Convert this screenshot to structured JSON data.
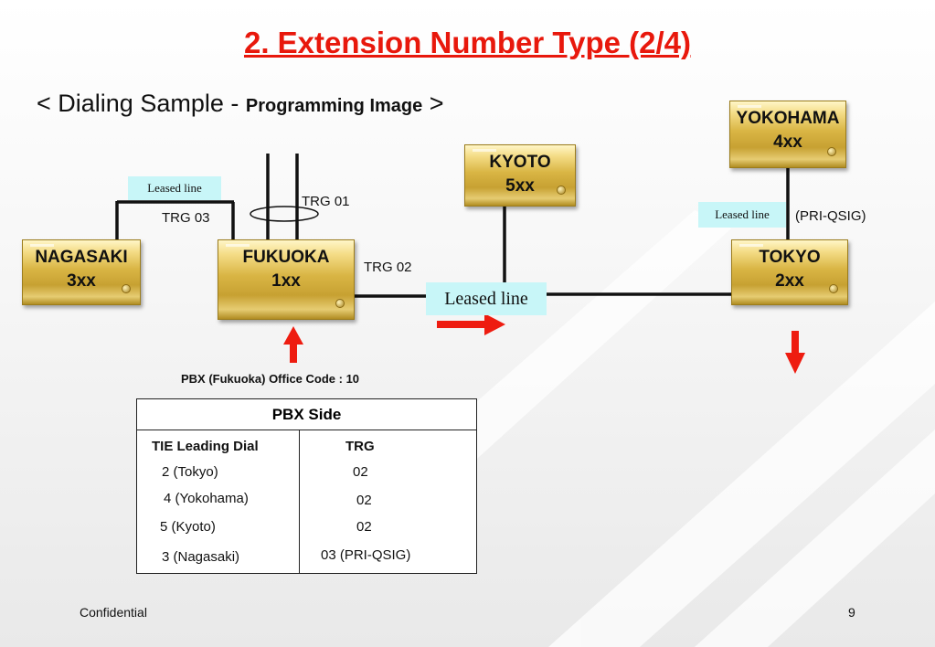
{
  "title": "2. Extension Number Type (2/4) ",
  "subtitle": {
    "open": "< ",
    "main": "Dialing Sample - ",
    "small": "Programming Image",
    "close": " >"
  },
  "nodes": {
    "nagasaki": {
      "name": "NAGASAKI",
      "code": "3xx"
    },
    "fukuoka": {
      "name": "FUKUOKA",
      "code": "1xx"
    },
    "kyoto": {
      "name": "KYOTO",
      "code": "5xx"
    },
    "yokohama": {
      "name": "YOKOHAMA",
      "code": "4xx"
    },
    "tokyo": {
      "name": "TOKYO",
      "code": "2xx"
    }
  },
  "labels": {
    "leased_line_left": "Leased line",
    "leased_line_right": "Leased line",
    "leased_line_center": "Leased line",
    "trg01": "TRG 01",
    "trg02": "TRG 02",
    "trg03": "TRG 03",
    "pri_qsig": "(PRI-QSIG)",
    "office_code": "PBX (Fukuoka) Office Code  : 10"
  },
  "table": {
    "title": "PBX Side",
    "col1": "TIE Leading Dial",
    "col2": "TRG",
    "rows": [
      {
        "dial": "2  (Tokyo)",
        "trg": "02"
      },
      {
        "dial": "4  (Yokohama)",
        "trg": "02"
      },
      {
        "dial": "5  (Kyoto)",
        "trg": "02"
      },
      {
        "dial": "3  (Nagasaki)",
        "trg": "03 (PRI-QSIG)"
      }
    ]
  },
  "colors": {
    "title": "#e8180c",
    "arrow": "#ee1c10",
    "leased_bg": "#c8f6f8",
    "gold": "#d9b544"
  },
  "footer": {
    "left": "Confidential",
    "page": "9"
  }
}
